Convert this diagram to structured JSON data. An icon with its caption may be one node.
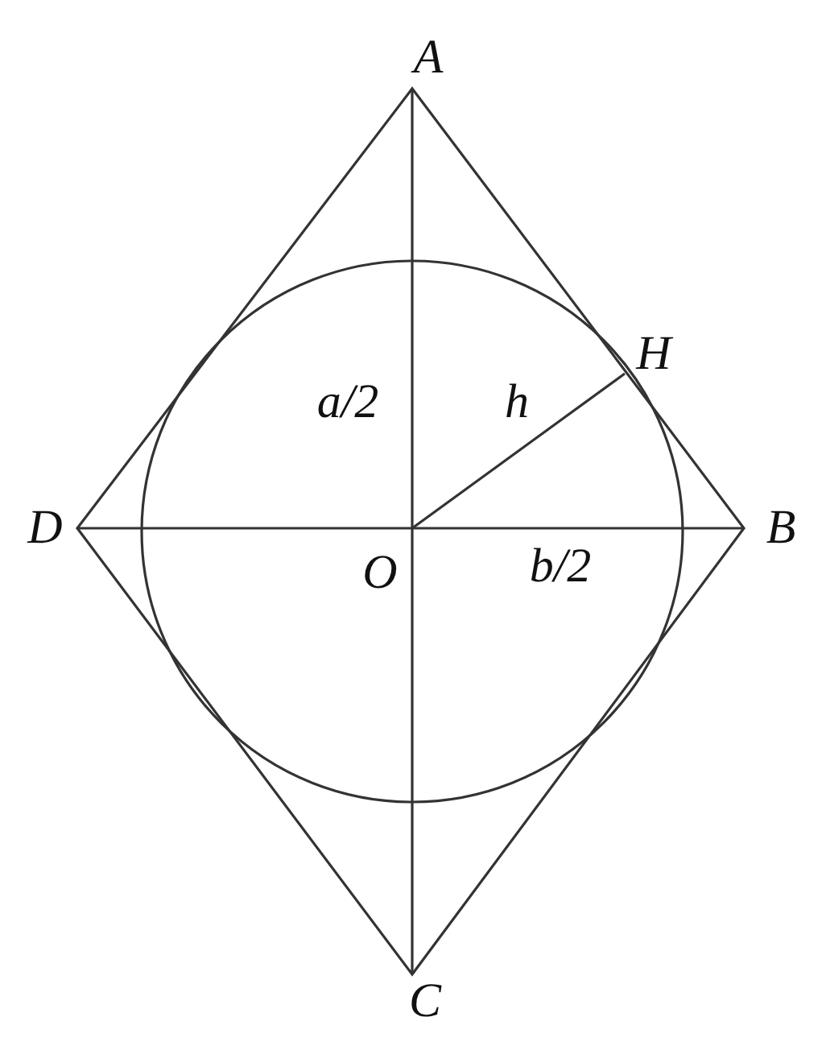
{
  "diagram": {
    "labels": [
      "A",
      "H",
      "a/2",
      "h",
      "D",
      "B",
      "O",
      "b/2",
      "C"
    ]
  }
}
